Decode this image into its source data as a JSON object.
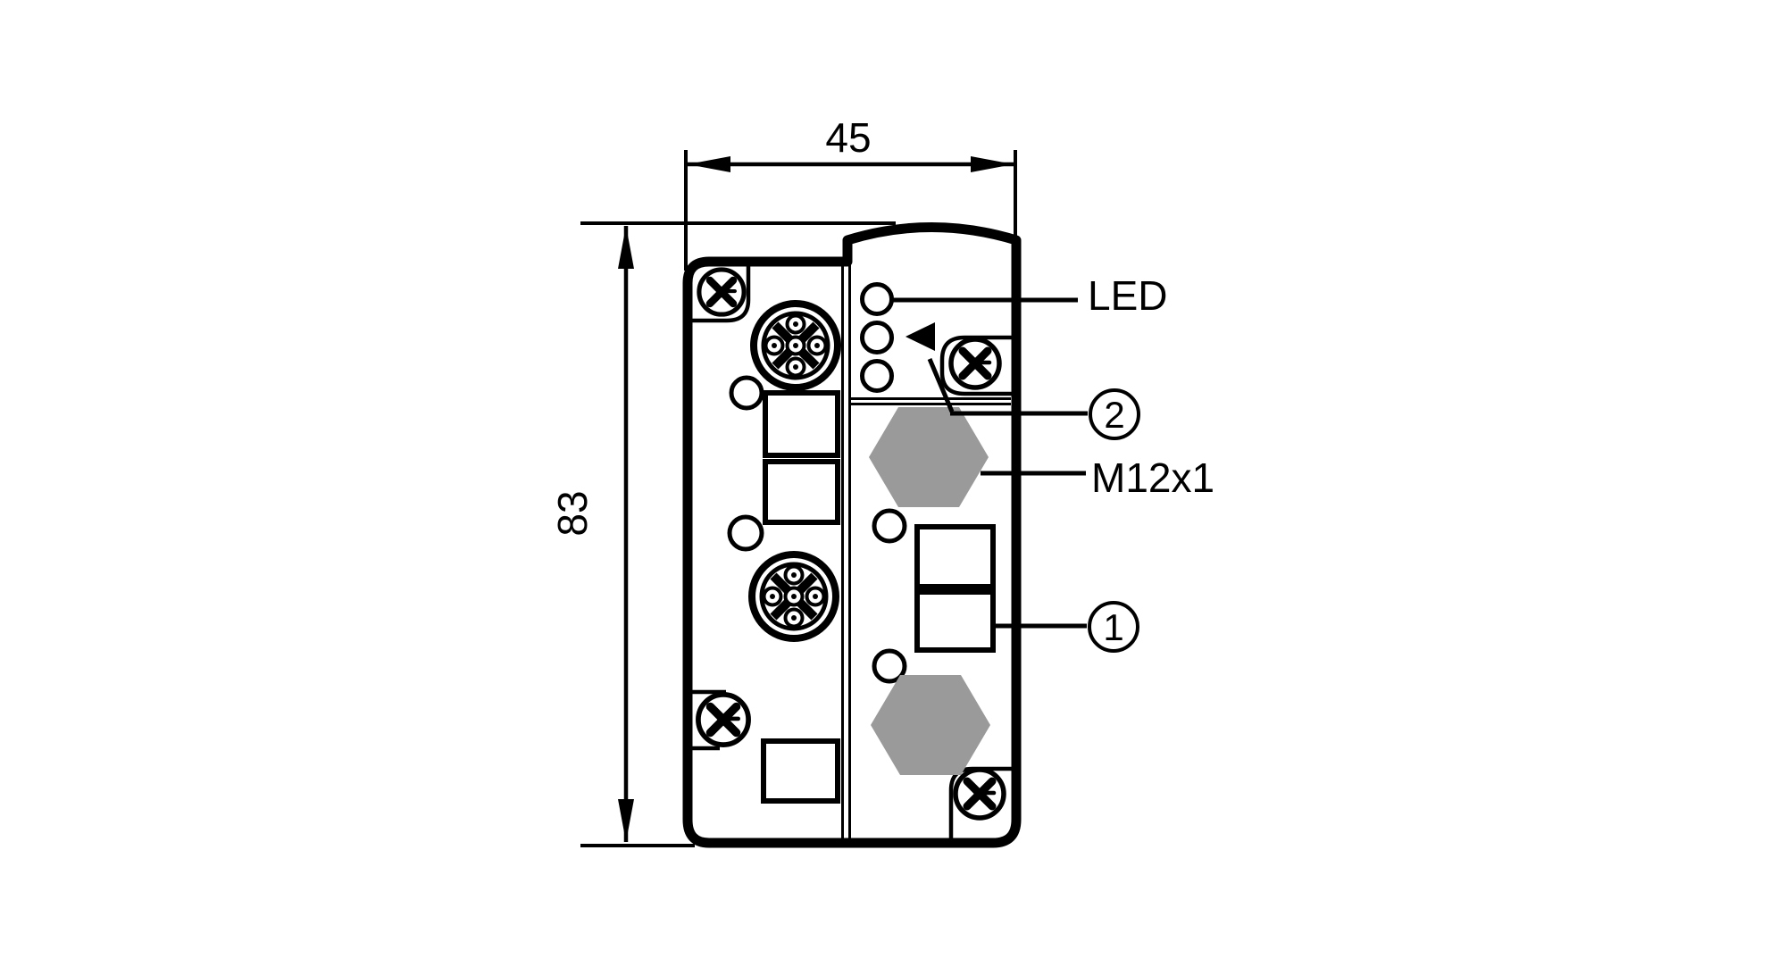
{
  "drawing": {
    "type": "technical-dimension-drawing",
    "dimensions": {
      "width_mm": "45",
      "height_mm": "83"
    },
    "callouts": {
      "led_label": "LED",
      "thread_label": "M12x1",
      "callout_2": "2",
      "callout_1": "1"
    },
    "colors": {
      "line": "#000000",
      "hexagon_fill": "#9a9a9a",
      "background": "#ffffff"
    }
  }
}
